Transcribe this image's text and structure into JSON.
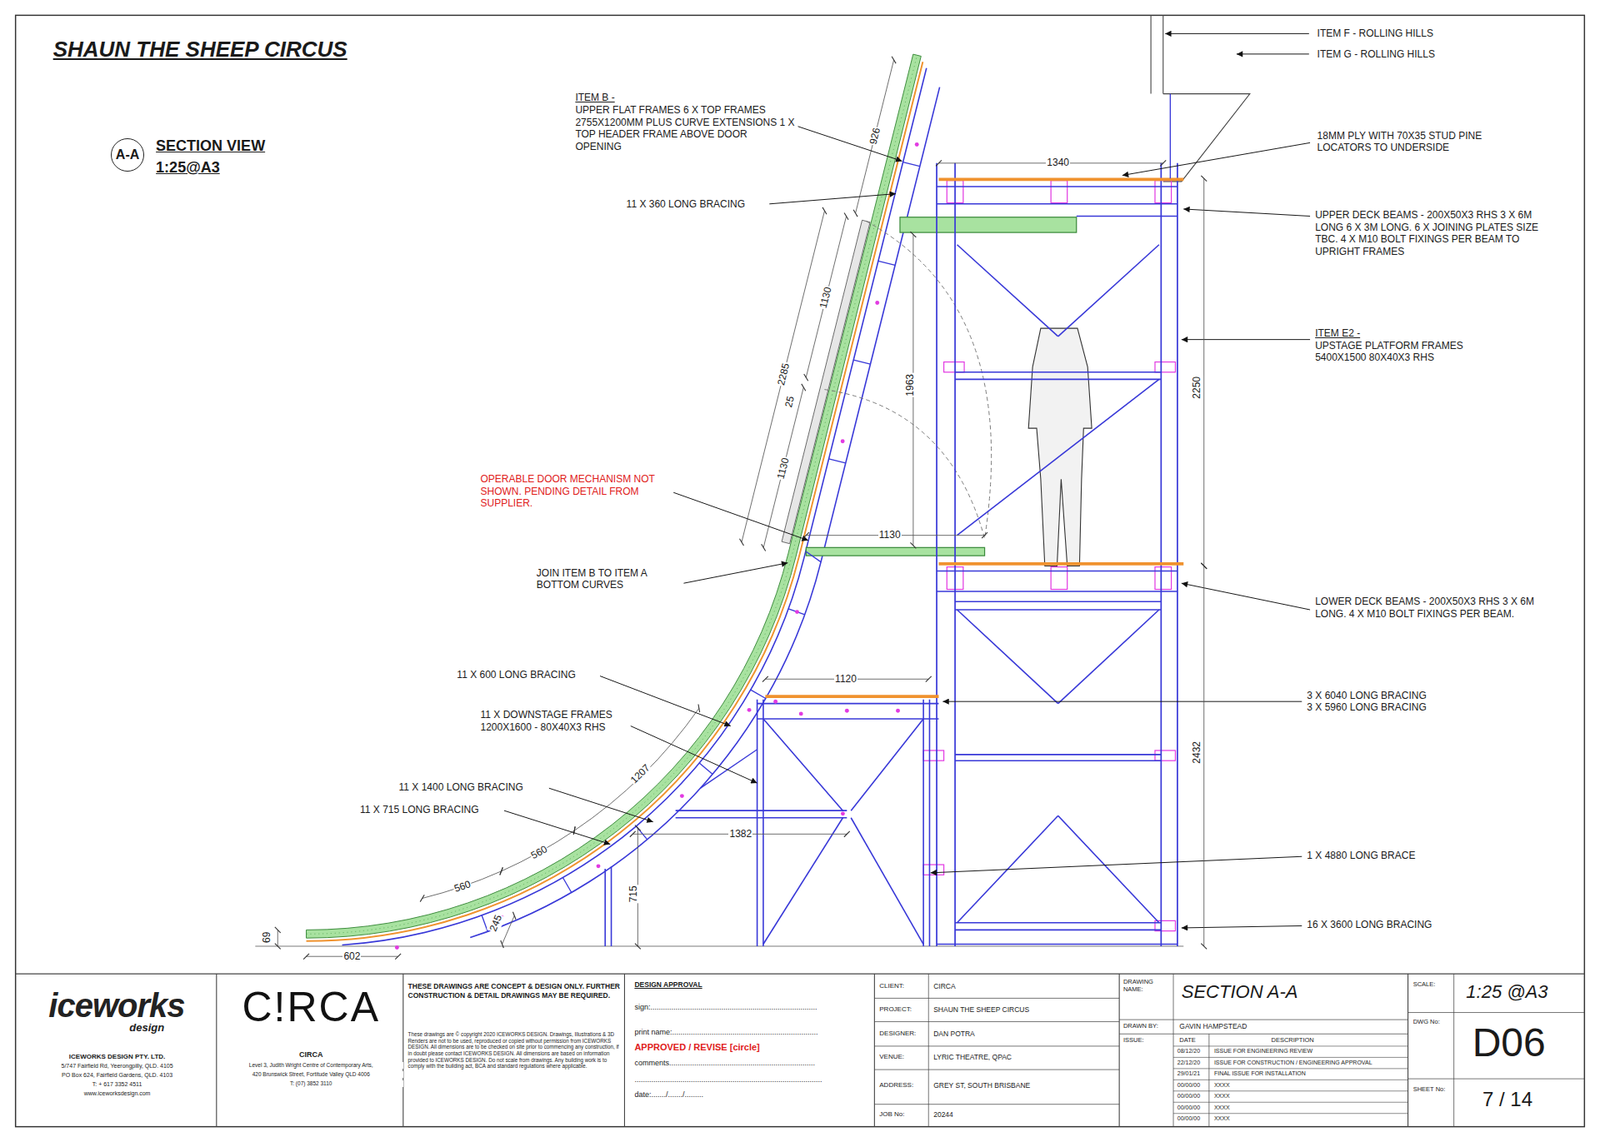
{
  "diagram": {
    "title": "SHAUN THE SHEEP CIRCUS",
    "nodes": [
      {
        "text": [
          "A-A"
        ]
      }
    ],
    "labels": [
      "SECTION VIEW",
      "1:25@A3",
      "ITEM B -",
      "UPPER FLAT FRAMES 6 X TOP FRAMES 2755X1200MM PLUS CURVE EXTENSIONS 1 X TOP HEADER FRAME ABOVE DOOR OPENING",
      "11 X 360 LONG BRACING",
      "926",
      "1130",
      "2285",
      "25",
      "1130",
      "1963",
      "1340",
      "OPERABLE DOOR MECHANISM NOT SHOWN. PENDING DETAIL FROM SUPPLIER.",
      "1130",
      "JOIN ITEM B TO ITEM A BOTTOM CURVES",
      "11 X 600 LONG BRACING",
      "11 X DOWNSTAGE FRAMES 1200X1600 - 80X40X3 RHS",
      "1120",
      "11 X 1400 LONG BRACING",
      "11 X 715 LONG BRACING",
      "1207",
      "560",
      "560",
      "1382",
      "715",
      "245",
      "69",
      "602",
      "ITEM F - ROLLING HILLS",
      "ITEM G - ROLLING HILLS",
      "18MM PLY WITH 70X35 STUD PINE LOCATORS TO UNDERSIDE",
      "UPPER DECK BEAMS - 200X50X3 RHS 3 X 6M LONG 6 X 3M LONG. 6 X JOINING PLATES SIZE TBC. 4 X M10 BOLT FIXINGS PER BEAM TO UPRIGHT FRAMES",
      "ITEM E2 -",
      "UPSTAGE PLATFORM FRAMES 5400X1500 80X40X3 RHS",
      "2250",
      "LOWER DECK BEAMS - 200X50X3 RHS 3 X 6M LONG. 4 X M10 BOLT FIXINGS PER BEAM.",
      "3 X 6040 LONG BRACING",
      "3 X 5960 LONG BRACING",
      "2432",
      "1 X 4880 LONG BRACE",
      "16 X 3600 LONG BRACING",
      "iceworks",
      "design",
      "ICEWORKS DESIGN PTY. LTD.",
      "5/747 Fairfield Rd, Yeerongpilly, QLD. 4105",
      "PO Box 624, Fairfield Gardens, QLD. 4103",
      "T: + 617 3352 4511",
      "www.iceworksdesign.com",
      "C!RCA",
      "CIRCA",
      "Level 3, Judith Wright Centre of Contemporary Arts,",
      "420 Brunswick Street, Fortitude Valley QLD 4006",
      "T: (07) 3852 3110",
      "THESE DRAWINGS ARE CONCEPT & DESIGN ONLY. FURTHER CONSTRUCTION & DETAIL DRAWINGS MAY BE REQUIRED.",
      "These drawings are © copyright 2020 ICEWORKS DESIGN. Drawings, Illustrations & 3D Renders are not to be used, reproduced or copied without permission from ICEWORKS DESIGN. All dimensions are to be checked on site prior to commencing any construction, if in doubt please contact ICEWORKS DESIGN. All dimensions are based on information provided to ICEWORKS DESIGN. Do not scale from drawings. Any building work is to comply with the building act, BCA and standard regulations where applicable.",
      "DESIGN APPROVAL",
      "sign:................................................................................",
      "print name:......................................................................",
      "APPROVED / REVISE [circle]",
      "comments......................................................................",
      "..........................................................................................",
      "date:......./......./.........",
      "CLIENT:",
      "CIRCA",
      "PROJECT:",
      "SHAUN THE SHEEP CIRCUS",
      "DESIGNER:",
      "DAN POTRA",
      "VENUE:",
      "LYRIC THEATRE, QPAC",
      "ADDRESS:",
      "GREY ST, SOUTH BRISBANE",
      "JOB No:",
      "20244",
      "DRAWING NAME:",
      "SECTION A-A",
      "DRAWN BY:",
      "GAVIN HAMPSTEAD",
      "ISSUE:",
      "DATE",
      "DESCRIPTION",
      "08/12/20",
      "ISSUE FOR ENGINEERING REVIEW",
      "22/12/20",
      "ISSUE FOR CONSTRUCTION / ENGINEERING APPROVAL",
      "29/01/21",
      "FINAL ISSUE FOR INSTALLATION",
      "00/00/00",
      "XXXX",
      "00/00/00",
      "XXXX",
      "00/00/00",
      "XXXX",
      "00/00/00",
      "XXXX",
      "SCALE:",
      "1:25 @A3",
      "DWG No:",
      "D06",
      "SHEET No:",
      "7 / 14"
    ]
  }
}
